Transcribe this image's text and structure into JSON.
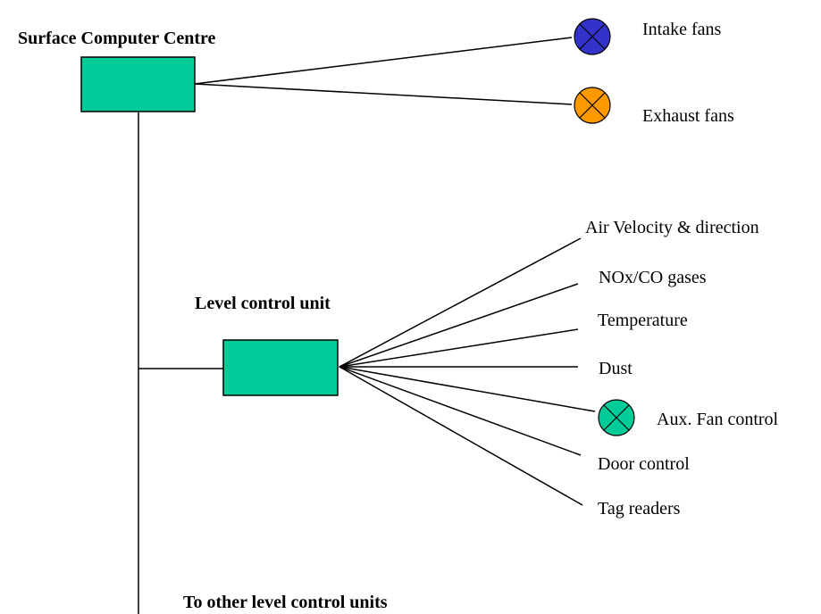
{
  "colors": {
    "unit_box": "#00cc99",
    "intake_fan": "#3333cc",
    "exhaust_fan": "#ff9900",
    "aux_fan": "#00cc99",
    "line": "#000000",
    "background": "#ffffff"
  },
  "surface_centre": {
    "title": "Surface Computer Centre",
    "icon": "controller-box"
  },
  "surface_outputs": [
    {
      "label": "Intake fans",
      "icon": "fan-icon",
      "color": "#3333cc"
    },
    {
      "label": "Exhaust fans",
      "icon": "fan-icon",
      "color": "#ff9900"
    }
  ],
  "level_unit": {
    "title": "Level control  unit",
    "icon": "controller-box"
  },
  "level_outputs": [
    {
      "label": "Air Velocity & direction"
    },
    {
      "label": "NOx/CO gases"
    },
    {
      "label": "Temperature"
    },
    {
      "label": "Dust"
    },
    {
      "label": "Aux. Fan control",
      "icon": "fan-icon",
      "color": "#00cc99"
    },
    {
      "label": "Door control"
    },
    {
      "label": "Tag  readers"
    }
  ],
  "footer": {
    "label": "To other level control units"
  }
}
